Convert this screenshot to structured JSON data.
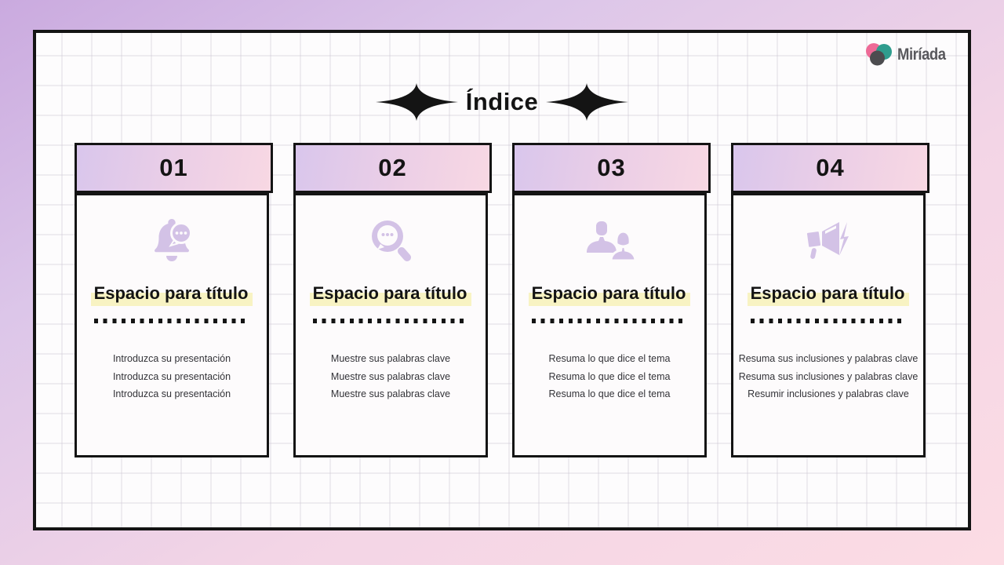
{
  "slide": {
    "title": "Índice",
    "brand": {
      "name": "Miríada"
    },
    "colors": {
      "icon_purple": "#d3c2e6",
      "header_gradient_left": "#d9c6ec",
      "header_gradient_right": "#f8d8e3",
      "title_highlight_yellow": "#f8f3c3",
      "border_black": "#141414",
      "backdrop_purple": "#caaadf",
      "backdrop_pink": "#fcdce4",
      "logo_pink": "#ee6a97",
      "logo_teal": "#2f9d8e",
      "logo_gray": "#4c4c4f"
    },
    "cards": [
      {
        "number": "01",
        "icon": "bell-notification-chat-icon",
        "title": "Espacio para título",
        "lines": [
          "Introduzca su presentación",
          "Introduzca su presentación",
          "Introduzca su presentación"
        ]
      },
      {
        "number": "02",
        "icon": "search-magnifier-chat-icon",
        "title": "Espacio para título",
        "lines": [
          "Muestre sus palabras clave",
          "Muestre sus palabras clave",
          "Muestre sus palabras clave"
        ]
      },
      {
        "number": "03",
        "icon": "two-people-icon",
        "title": "Espacio para título",
        "lines": [
          "Resuma lo que dice el tema",
          "Resuma lo que dice el tema",
          "Resuma lo que dice el tema"
        ]
      },
      {
        "number": "04",
        "icon": "megaphone-lightning-icon",
        "title": "Espacio para título",
        "lines": [
          "Resuma sus inclusiones y palabras clave",
          "Resuma sus inclusiones y palabras clave",
          "Resumir inclusiones y palabras clave"
        ]
      }
    ]
  }
}
